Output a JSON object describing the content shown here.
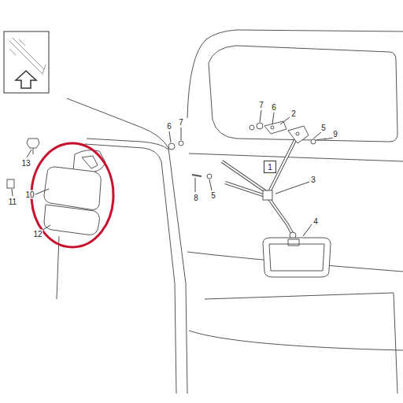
{
  "diagram": {
    "nodes": [
      {
        "text": [
          "1"
        ]
      }
    ],
    "labels": [
      "7",
      "6",
      "2",
      "6",
      "7",
      "5",
      "9",
      "13",
      "3",
      "8",
      "5",
      "11",
      "10",
      "12",
      "4"
    ]
  }
}
